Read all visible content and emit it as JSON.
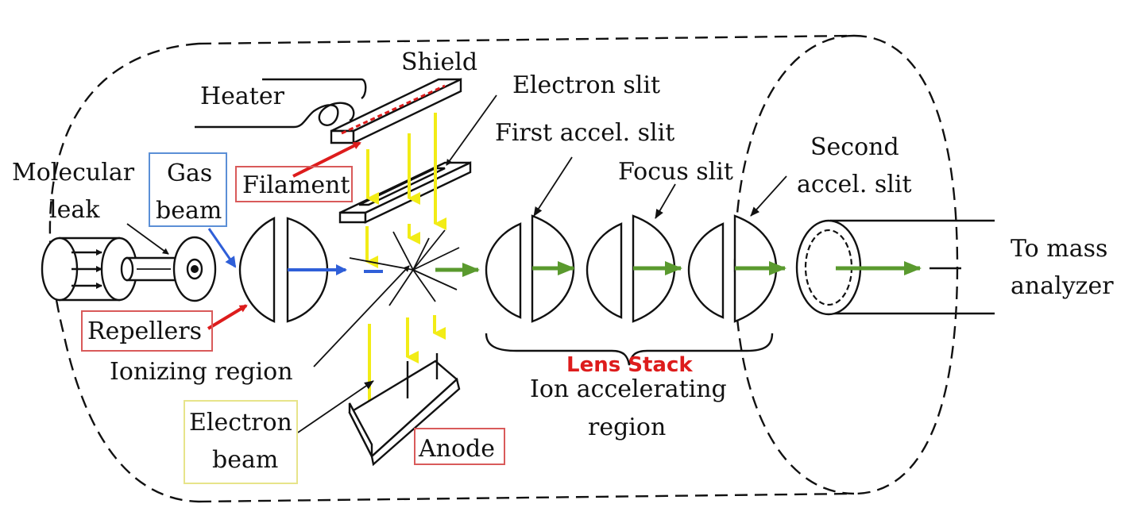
{
  "labels": {
    "heater": "Heater",
    "shield": "Shield",
    "electron_slit": "Electron slit",
    "first_accel_slit": "First accel. slit",
    "focus_slit": "Focus slit",
    "second_accel_line1": "Second",
    "second_accel_line2": "accel. slit",
    "molecular_line1": "Molecular",
    "molecular_line2": "leak",
    "gas_line1": "Gas",
    "gas_line2": "beam",
    "filament": "Filament",
    "repellers": "Repellers",
    "ionizing_region": "Ionizing region",
    "electron_beam_line1": "Electron",
    "electron_beam_line2": "beam",
    "anode": "Anode",
    "lens_stack": "Lens Stack",
    "ion_accel_line1": "Ion accelerating",
    "ion_accel_line2": "region",
    "to_mass_line1": "To mass",
    "to_mass_line2": "analyzer"
  },
  "colors": {
    "gas_box": "#5b8fd6",
    "red_box": "#d95a5a",
    "yellow_box": "#e7e48a",
    "red_arrow": "#dd1c1c",
    "blue_arrow": "#2f5fd8",
    "green_arrow": "#5a9a2e",
    "yellow_beam": "#f2ec16",
    "lens_stack_text": "#dd1c1c"
  }
}
